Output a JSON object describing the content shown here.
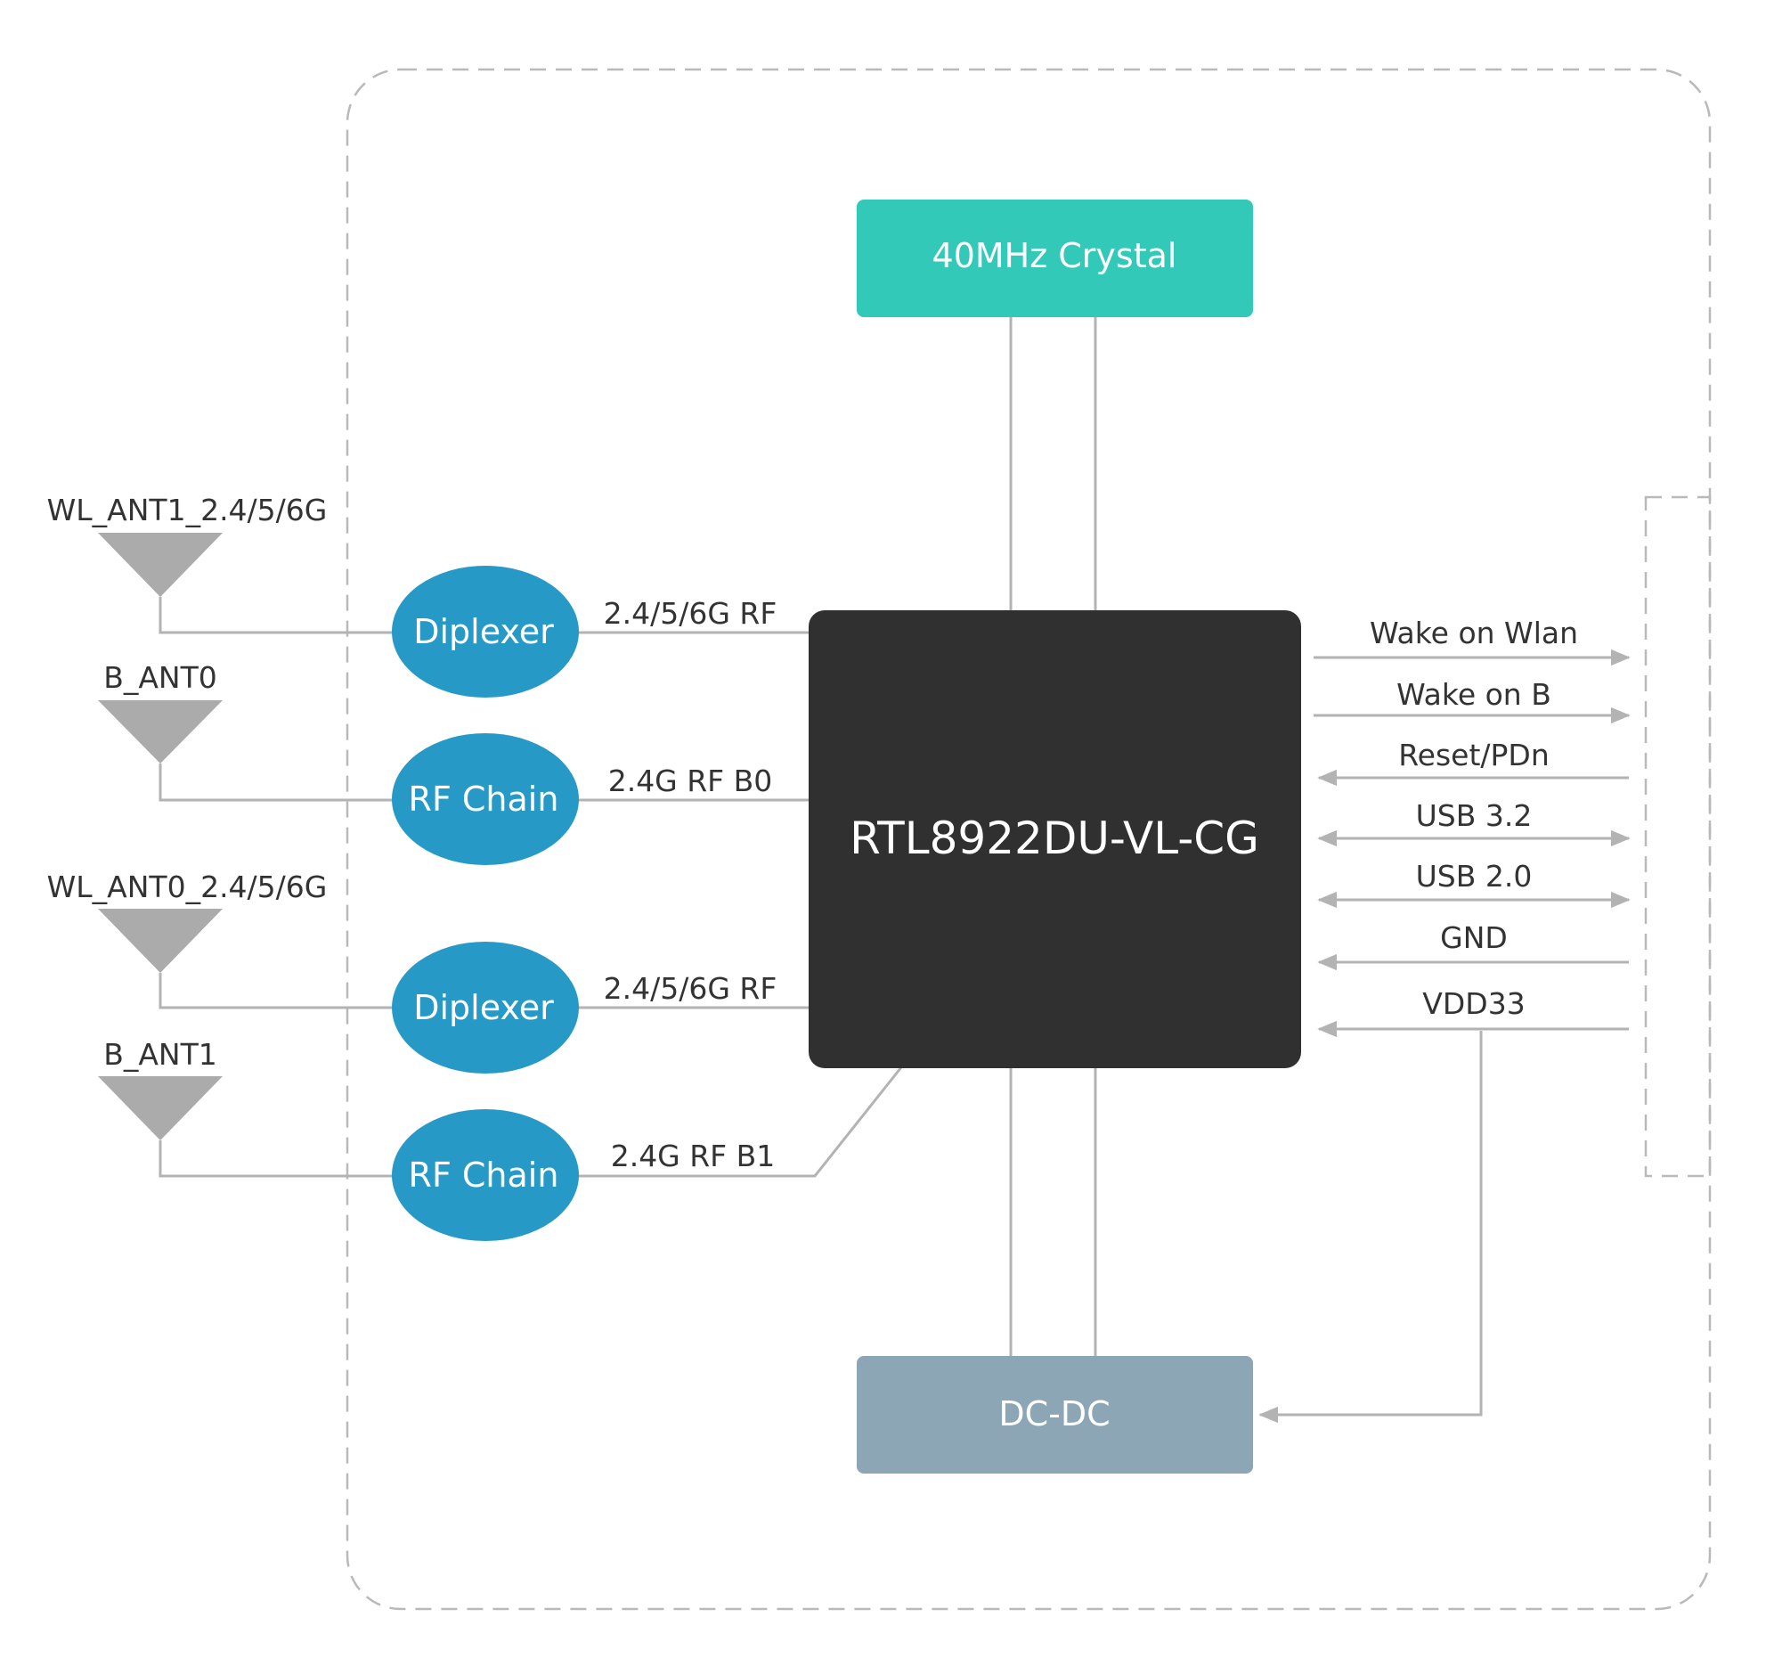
{
  "colors": {
    "crystal": "#33c9b9",
    "chip": "#303030",
    "dcdc": "#8ca6b5",
    "rf_node": "#2799c7",
    "antenna": "#ababab",
    "wire": "#b3b3b3"
  },
  "antennas": [
    {
      "label": "WL_ANT1_2.4/5/6G"
    },
    {
      "label": "B_ANT0"
    },
    {
      "label": "WL_ANT0_2.4/5/6G"
    },
    {
      "label": "B_ANT1"
    }
  ],
  "rf_nodes": [
    {
      "label": "Diplexer"
    },
    {
      "label": "RF Chain"
    },
    {
      "label": "Diplexer"
    },
    {
      "label": "RF Chain"
    }
  ],
  "rf_links": [
    {
      "label": "2.4/5/6G RF"
    },
    {
      "label": "2.4G RF B0"
    },
    {
      "label": "2.4/5/6G RF"
    },
    {
      "label": "2.4G RF B1"
    }
  ],
  "crystal": {
    "label": "40MHz Crystal"
  },
  "chip": {
    "label": "RTL8922DU-VL-CG"
  },
  "dcdc": {
    "label": "DC-DC"
  },
  "signals": [
    {
      "label": "Wake on Wlan",
      "direction": "out"
    },
    {
      "label": "Wake on B",
      "direction": "out"
    },
    {
      "label": "Reset/PDn",
      "direction": "in"
    },
    {
      "label": "USB 3.2",
      "direction": "both"
    },
    {
      "label": "USB 2.0",
      "direction": "both"
    },
    {
      "label": "GND",
      "direction": "in"
    },
    {
      "label": "VDD33",
      "direction": "in"
    }
  ]
}
